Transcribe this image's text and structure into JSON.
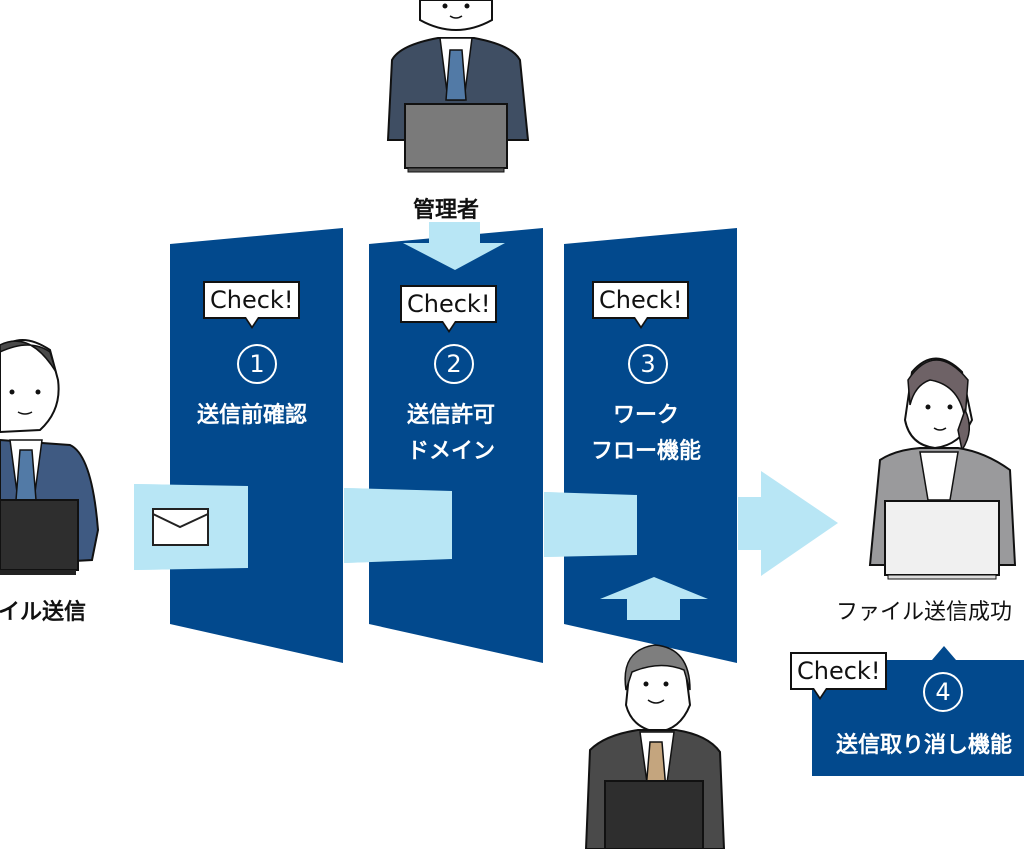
{
  "colors": {
    "panel": "#02498D",
    "arrow": "#B8E6F5",
    "text": "#111111"
  },
  "actors": {
    "sender": {
      "label": "ファイル送信",
      "icon": "businessman-laptop-icon"
    },
    "admin": {
      "label": "管理者",
      "icon": "businessman-laptop-icon"
    },
    "supervisor": {
      "icon": "senior-businessman-laptop-icon"
    },
    "recipient": {
      "label": "ファイル送信成功",
      "icon": "businesswoman-laptop-icon"
    }
  },
  "steps": [
    {
      "check": "Check!",
      "number": "1",
      "line1": "送信前確認",
      "line2": ""
    },
    {
      "check": "Check!",
      "number": "2",
      "line1": "送信許可",
      "line2": "ドメイン"
    },
    {
      "check": "Check!",
      "number": "3",
      "line1": "ワーク",
      "line2": "フロー機能"
    },
    {
      "check": "Check!",
      "number": "4",
      "line1": "送信取り消し機能",
      "line2": ""
    }
  ],
  "icons": {
    "mail": "envelope-icon"
  }
}
